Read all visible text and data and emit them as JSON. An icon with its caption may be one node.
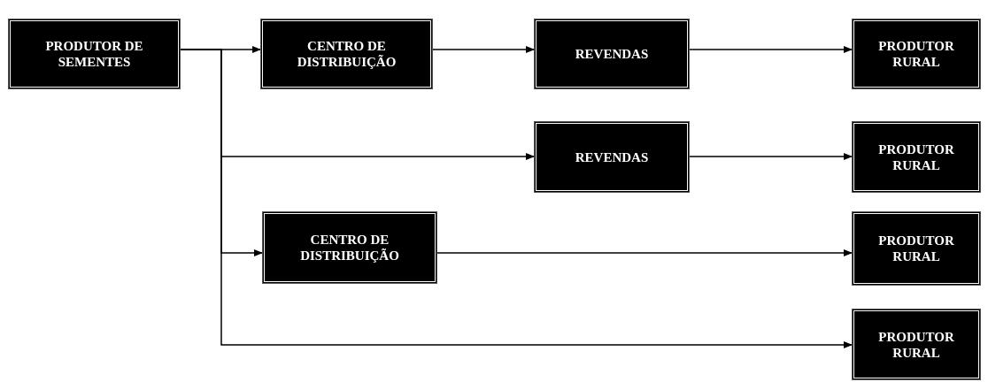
{
  "diagram": {
    "nodes": [
      {
        "text": [
          "PRODUTOR DE SEMENTES"
        ]
      },
      {
        "text": [
          "CENTRO DE DISTRIBUIÇÃO"
        ]
      },
      {
        "text": [
          "REVENDAS"
        ]
      },
      {
        "text": [
          "PRODUTOR RURAL"
        ]
      },
      {
        "text": [
          "REVENDAS"
        ]
      },
      {
        "text": [
          "PRODUTOR RURAL"
        ]
      },
      {
        "text": [
          "CENTRO DE DISTRIBUIÇÃO"
        ]
      },
      {
        "text": [
          "PRODUTOR RURAL"
        ]
      },
      {
        "text": [
          "PRODUTOR RURAL"
        ]
      }
    ],
    "edges": [
      {
        "from": 0,
        "to": 1,
        "arrow": "to"
      },
      {
        "from": 1,
        "to": 2,
        "arrow": "to"
      },
      {
        "from": 2,
        "to": 3,
        "arrow": "to"
      },
      {
        "from": 0,
        "to": 4,
        "arrow": "to"
      },
      {
        "from": 4,
        "to": 5,
        "arrow": "to"
      },
      {
        "from": 0,
        "to": 6,
        "arrow": "to"
      },
      {
        "from": 6,
        "to": 7,
        "arrow": "to"
      },
      {
        "from": 0,
        "to": 8,
        "arrow": "to"
      }
    ]
  }
}
